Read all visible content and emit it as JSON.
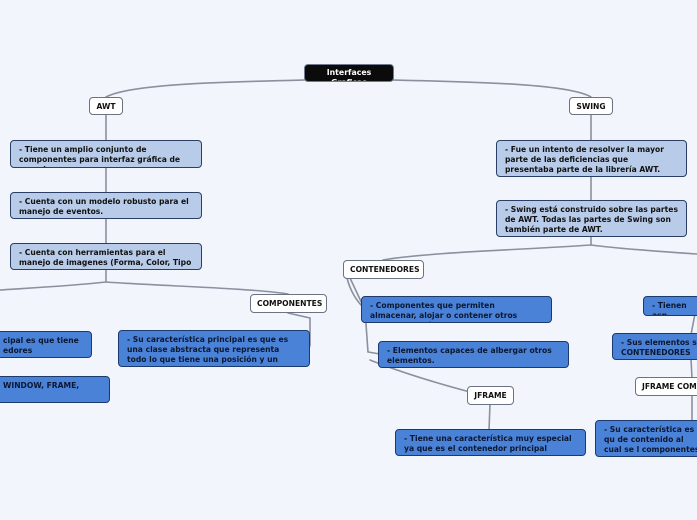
{
  "root": "Interfaces Graficas",
  "awt": {
    "label": "AWT",
    "items": [
      "- Tiene un amplio conjunto de componentes para interfaz gráfica de usuario.",
      "- Cuenta con un modelo robusto para el manejo de eventos.",
      "- Cuenta con herramientas para el manejo de imagenes (Forma, Color, Tipo de letra)."
    ],
    "left_partial_1": "cipal es que tiene\nedores",
    "left_partial_2": "WINDOW, FRAME,",
    "componentes": {
      "label": "COMPONENTES",
      "item": "- Su característica principal es que es una clase abstracta que representa todo lo que tiene una posición y un tamaño."
    }
  },
  "swing": {
    "label": "SWING",
    "items": [
      "- Fue un intento de resolver la mayor parte de las deficiencias que presentaba parte de la librería AWT.",
      "- Swing está construido sobre las partes de AWT.  Todas las partes de Swing son también parte de AWT."
    ],
    "contenedores": {
      "label": "CONTENEDORES",
      "items": [
        "- Componentes que permiten almacenar, alojar o contener otros elementos gráficos.",
        "- Elementos capaces de albergar otros elementos."
      ],
      "jframe": {
        "label": "JFRAME",
        "item": "- Tiene una característica muy especial ya que es el contenedor principal"
      }
    },
    "right_partial_1": "- Tienen asp",
    "right_partial_2": "- Sus elementos se\nCONTENEDORES",
    "jframe_comp": {
      "label": "JFRAME COMP",
      "item": "- Su característica es qu de contenido al cual se l componentes graficos"
    }
  }
}
